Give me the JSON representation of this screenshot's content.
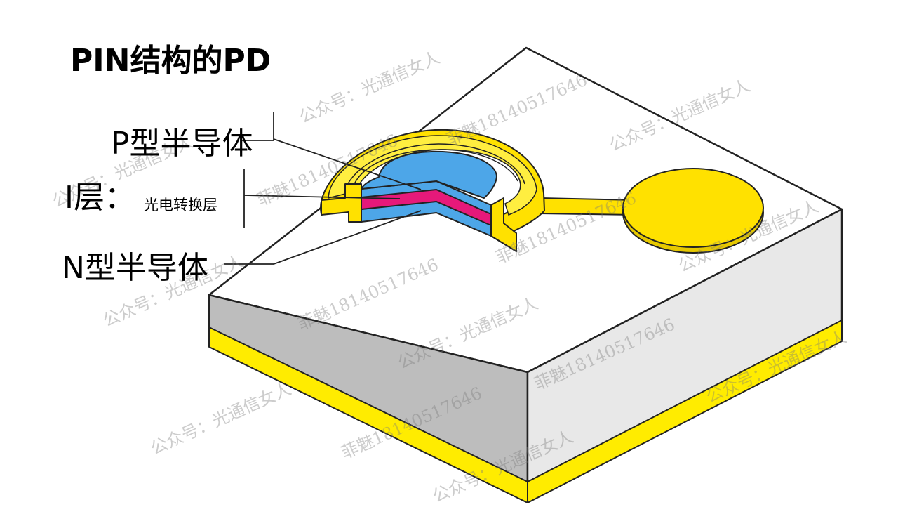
{
  "title": "PIN结构的PD",
  "labels": {
    "p_type": "P型半导体",
    "i_layer": "I层：",
    "i_layer_desc": "光电转换层",
    "n_type": "N型半导体"
  },
  "watermarks": {
    "account": "公众号：光通信女人",
    "contact": "菲魅18140517646"
  },
  "colors": {
    "p_layer": "#4da6e8",
    "i_layer": "#e6197a",
    "n_layer": "#4da6e8",
    "electrode": "#ffe100",
    "chip_top": "#ffffff",
    "chip_left": "#bdbdbd",
    "chip_right": "#e8e8e8",
    "bottom_metal": "#ffec00"
  }
}
